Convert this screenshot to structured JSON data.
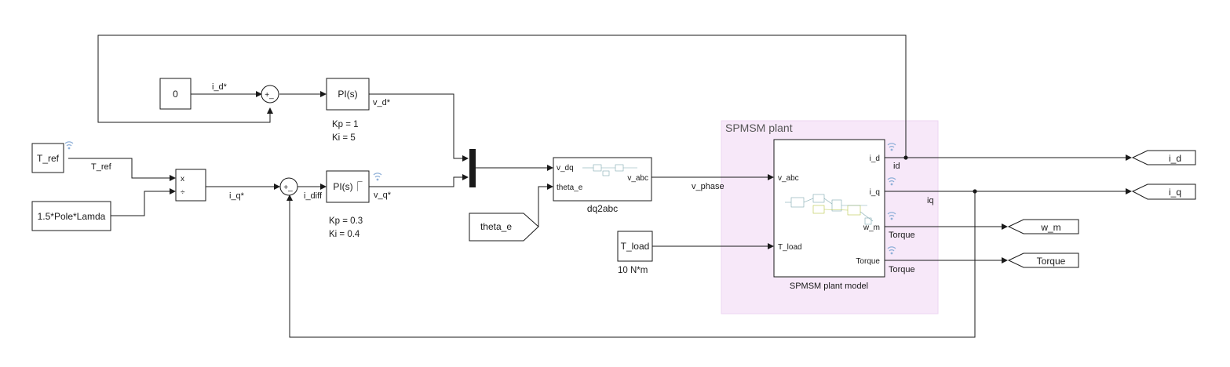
{
  "area": {
    "title": "SPMSM plant",
    "color": "#f7e8f9"
  },
  "blocks": {
    "const_zero": "0",
    "pi_d": "PI(s)",
    "pi_d_kp": "Kp = 1",
    "pi_d_ki": "Ki = 5",
    "t_ref": "T_ref",
    "pole_lamda": "1.5*Pole*Lamda",
    "product_mul": "x",
    "product_div": "÷",
    "pi_q": "PI(s)⎾",
    "pi_q_kp": "Kp = 0.3",
    "pi_q_ki": "Ki = 0.4",
    "dq2abc_name": "dq2abc",
    "dq2abc_in1": "v_dq",
    "dq2abc_in2": "theta_e",
    "dq2abc_out": "v_abc",
    "theta_from": "theta_e",
    "t_load": "T_load",
    "t_load_param": "10 N*m",
    "plant_name": "SPMSM plant model",
    "plant_in1": "v_abc",
    "plant_in2": "T_load",
    "plant_out1": "i_d",
    "plant_out2": "i_q",
    "plant_out3": "w_m",
    "plant_out4": "Torque",
    "goto_id": "i_d",
    "goto_iq": "i_q",
    "goto_wm": "w_m",
    "goto_torque": "Torque"
  },
  "signals": {
    "i_d_star": "i_d*",
    "v_d_star": "v_d*",
    "t_ref": "T_ref",
    "i_q_star": "i_q*",
    "i_diff": "i_diff",
    "v_q_star": "v_q*",
    "v_phase": "v_phase",
    "id": "id",
    "iq": "iq",
    "torque_wm": "Torque",
    "torque_out": "Torque"
  },
  "sum_signs": {
    "sum_d": "+_",
    "sum_q": "+_"
  },
  "icons": [
    "signal-logging-icon",
    "subsystem-preview-icon"
  ]
}
